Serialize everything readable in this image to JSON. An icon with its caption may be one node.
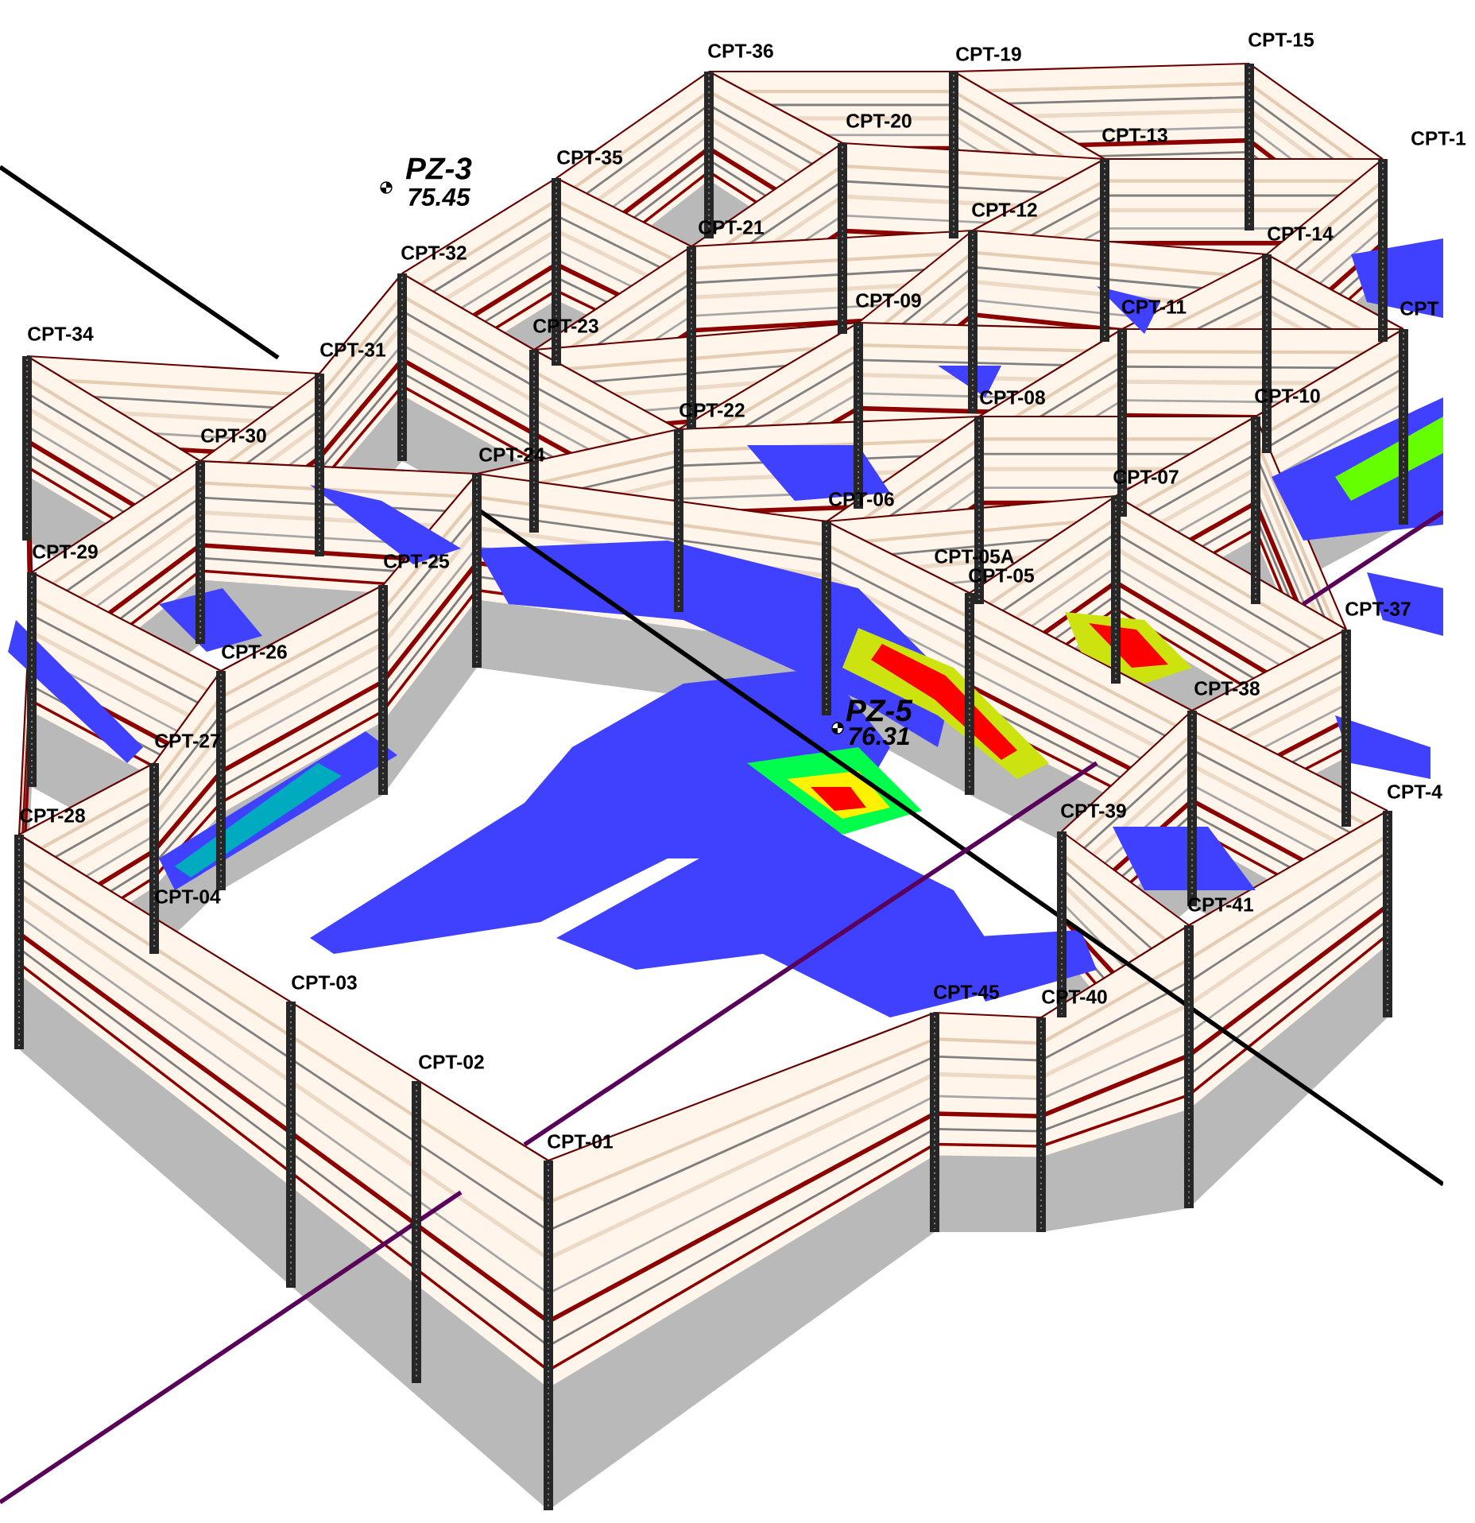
{
  "diagram": {
    "labels": [
      "CPT-36",
      "CPT-19",
      "CPT-15",
      "CPT-1",
      "CPT-35",
      "CPT-20",
      "CPT-13",
      "PZ-3",
      "75.45",
      "CPT-32",
      "CPT-21",
      "CPT-12",
      "CPT-14",
      "CPT-34",
      "CPT-31",
      "CPT-23",
      "CPT-09",
      "CPT-11",
      "CPT",
      "CPT-30",
      "CPT-22",
      "CPT-08",
      "CPT-10",
      "CPT-24",
      "CPT-06",
      "CPT-07",
      "CPT-29",
      "CPT-25",
      "CPT-05A",
      "CPT-05",
      "CPT-37",
      "CPT-26",
      "PZ-5",
      "76.31",
      "CPT-38",
      "CPT-27",
      "CPT-39",
      "CPT-4",
      "CPT-28",
      "CPT-04",
      "CPT-41",
      "CPT-03",
      "CPT-45",
      "CPT-40",
      "CPT-02",
      "CPT-01"
    ]
  }
}
